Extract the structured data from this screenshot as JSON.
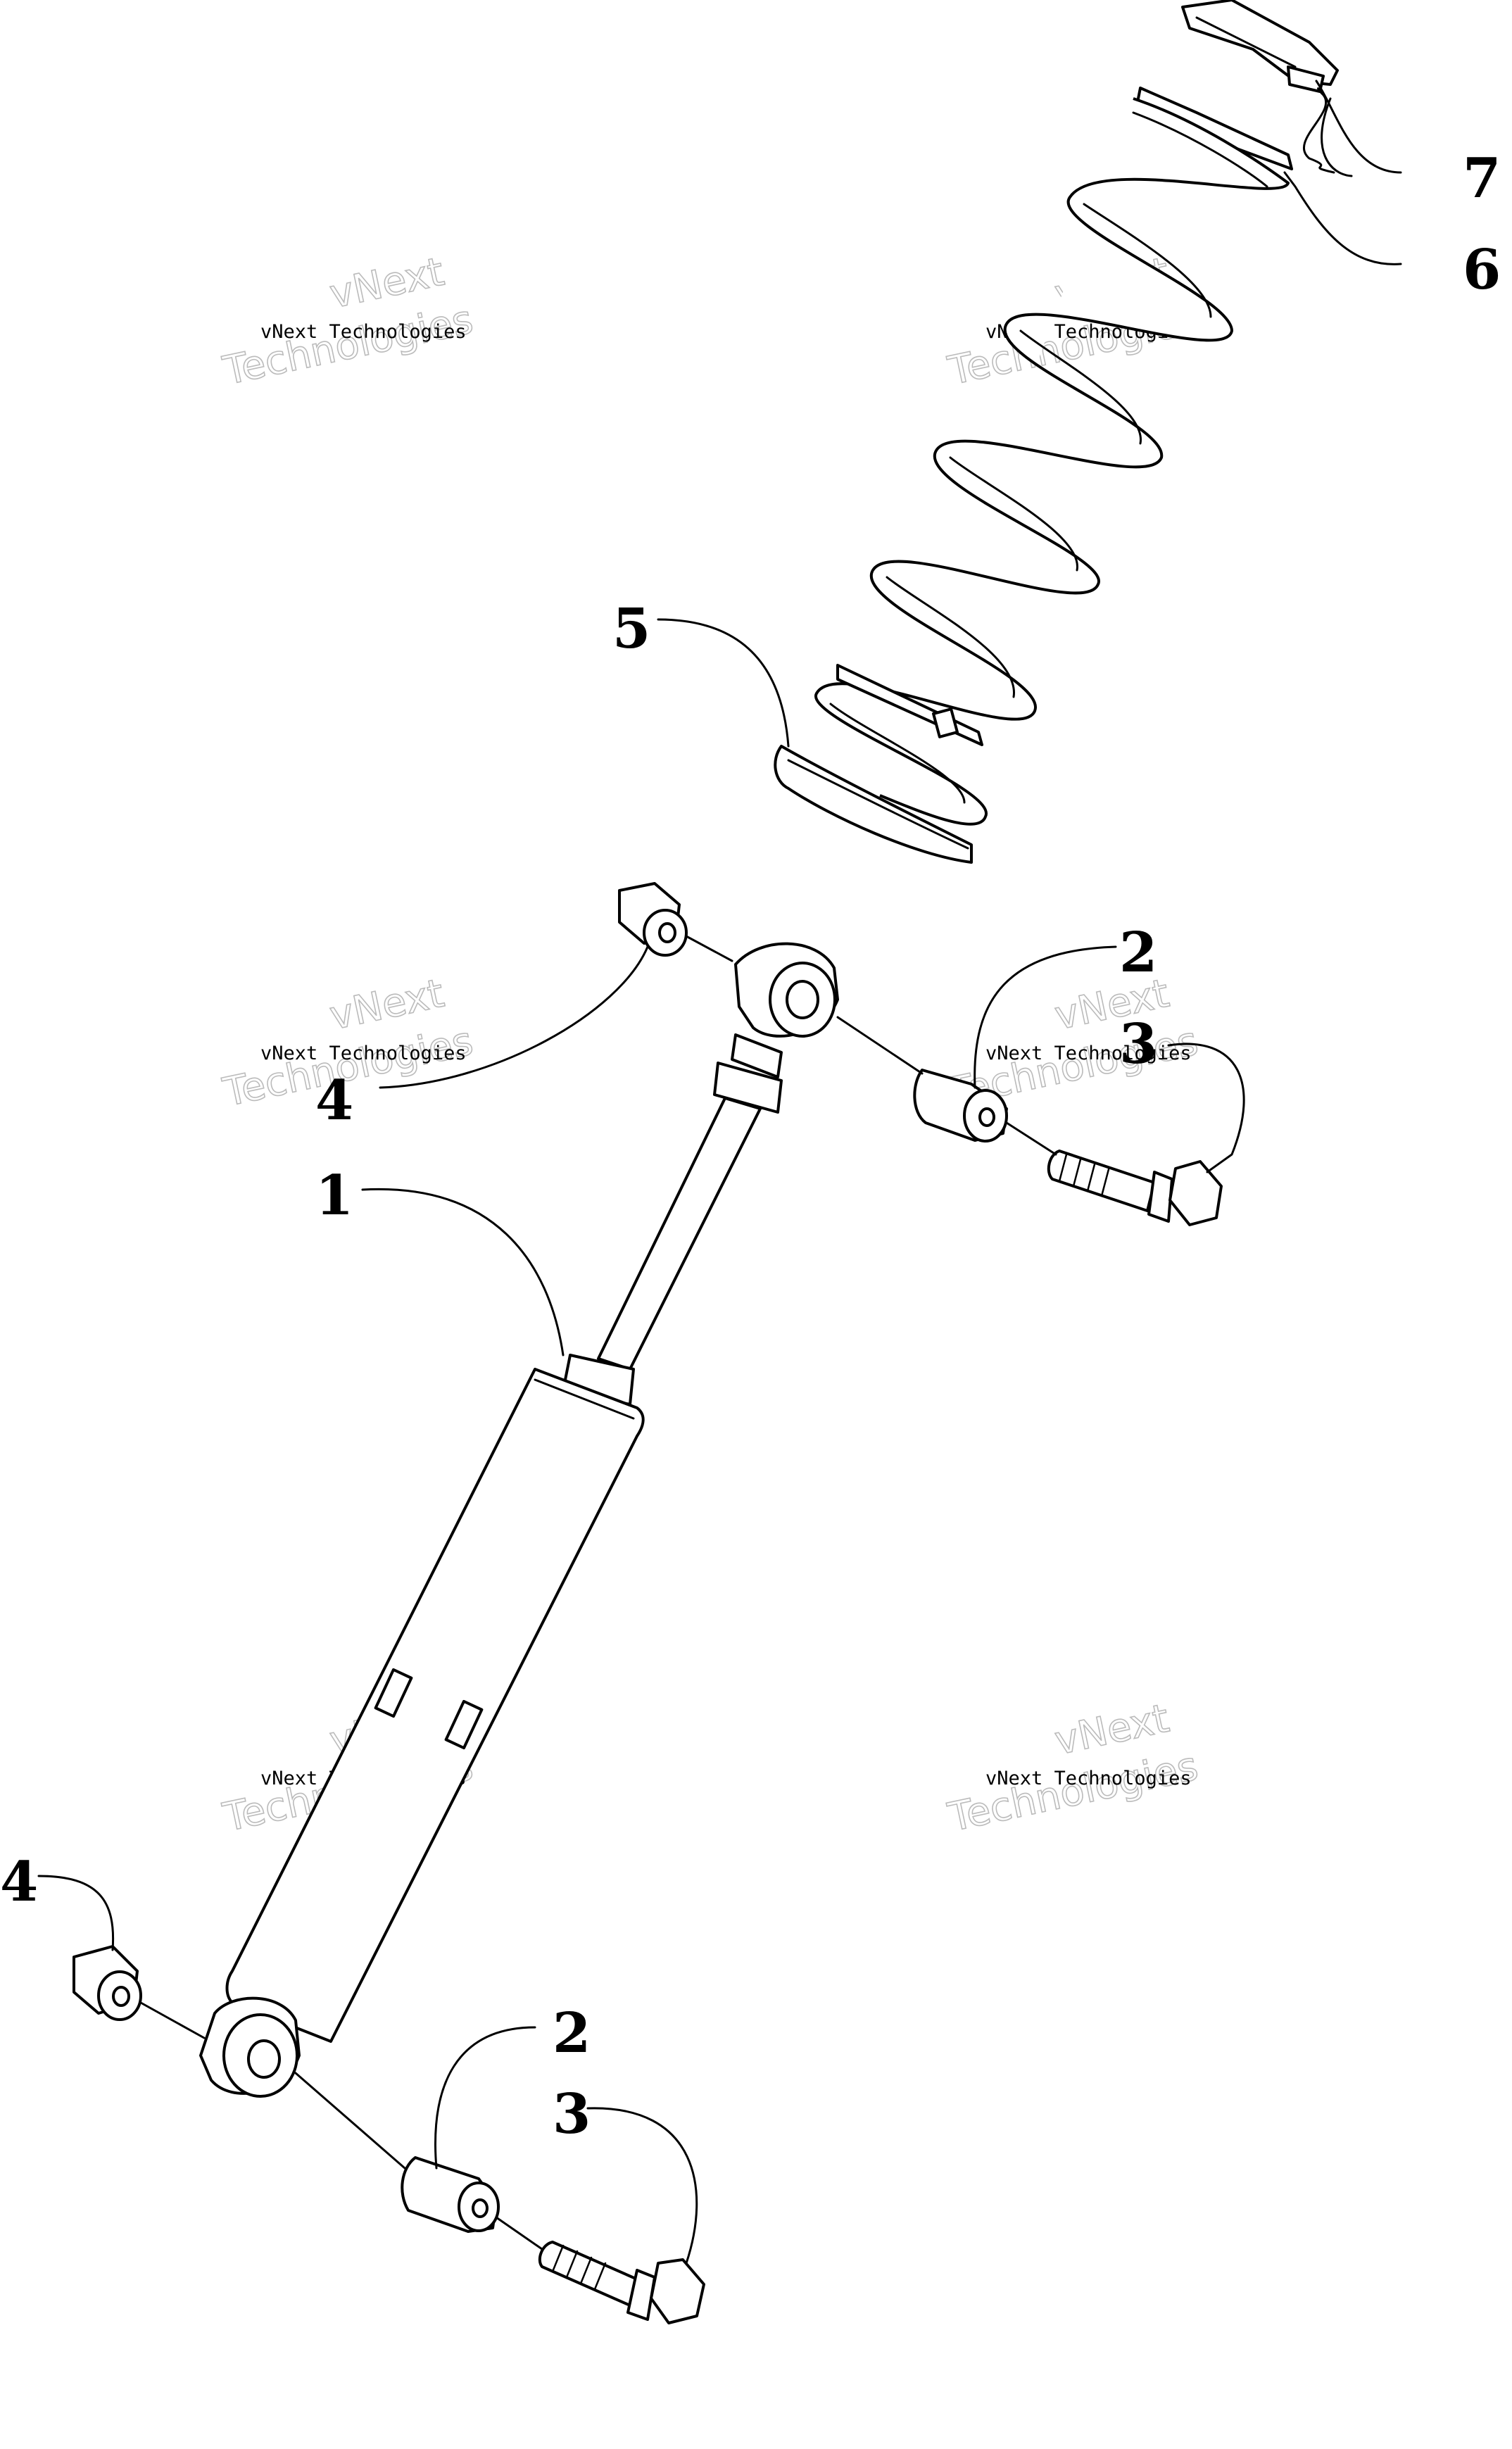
{
  "callouts": {
    "c1": "1",
    "c2_top": "2",
    "c2_bottom": "2",
    "c3_top": "3",
    "c3_bottom": "3",
    "c4_top": "4",
    "c4_bottom": "4",
    "c5": "5",
    "c6": "6",
    "c7": "7"
  },
  "watermark": {
    "line_small": "vNext Technologies",
    "line_big_1": "vNext",
    "line_big_2": "Technologies"
  },
  "icons": {
    "shock": "shock-absorber-icon",
    "spring": "coil-spring-icon",
    "bolt": "hex-bolt-icon",
    "nut": "hex-nut-icon",
    "bushing": "bushing-sleeve-icon"
  }
}
